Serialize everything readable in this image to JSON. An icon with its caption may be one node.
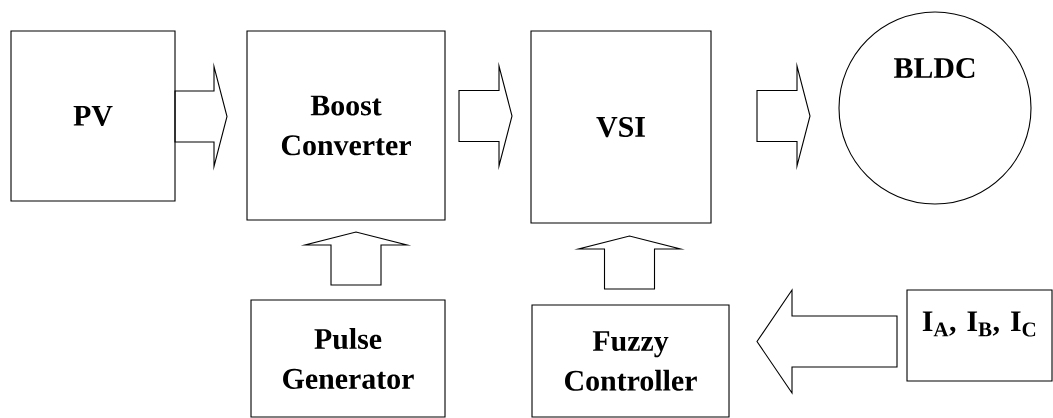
{
  "diagram": {
    "nodes": [
      {
        "text": [
          "PV"
        ]
      },
      {
        "text": [
          "Boost Converter"
        ]
      },
      {
        "text": [
          "VSI"
        ]
      },
      {
        "text": [
          "BLDC"
        ]
      },
      {
        "text": [
          "Pulse Generator"
        ]
      },
      {
        "text": [
          "Fuzzy Controller"
        ]
      },
      {
        "text": [
          "I$_{A}$, I$_{B}$, I$_{C}$"
        ]
      }
    ],
    "edges": [
      {
        "from": 0,
        "to": 1,
        "arrow": "to"
      },
      {
        "from": 1,
        "to": 2,
        "arrow": "to"
      },
      {
        "from": 2,
        "to": 3,
        "arrow": "to"
      },
      {
        "from": 4,
        "to": 1,
        "arrow": "to"
      },
      {
        "from": 5,
        "to": 2,
        "arrow": "to"
      },
      {
        "from": 6,
        "to": 5,
        "arrow": "to"
      }
    ]
  }
}
